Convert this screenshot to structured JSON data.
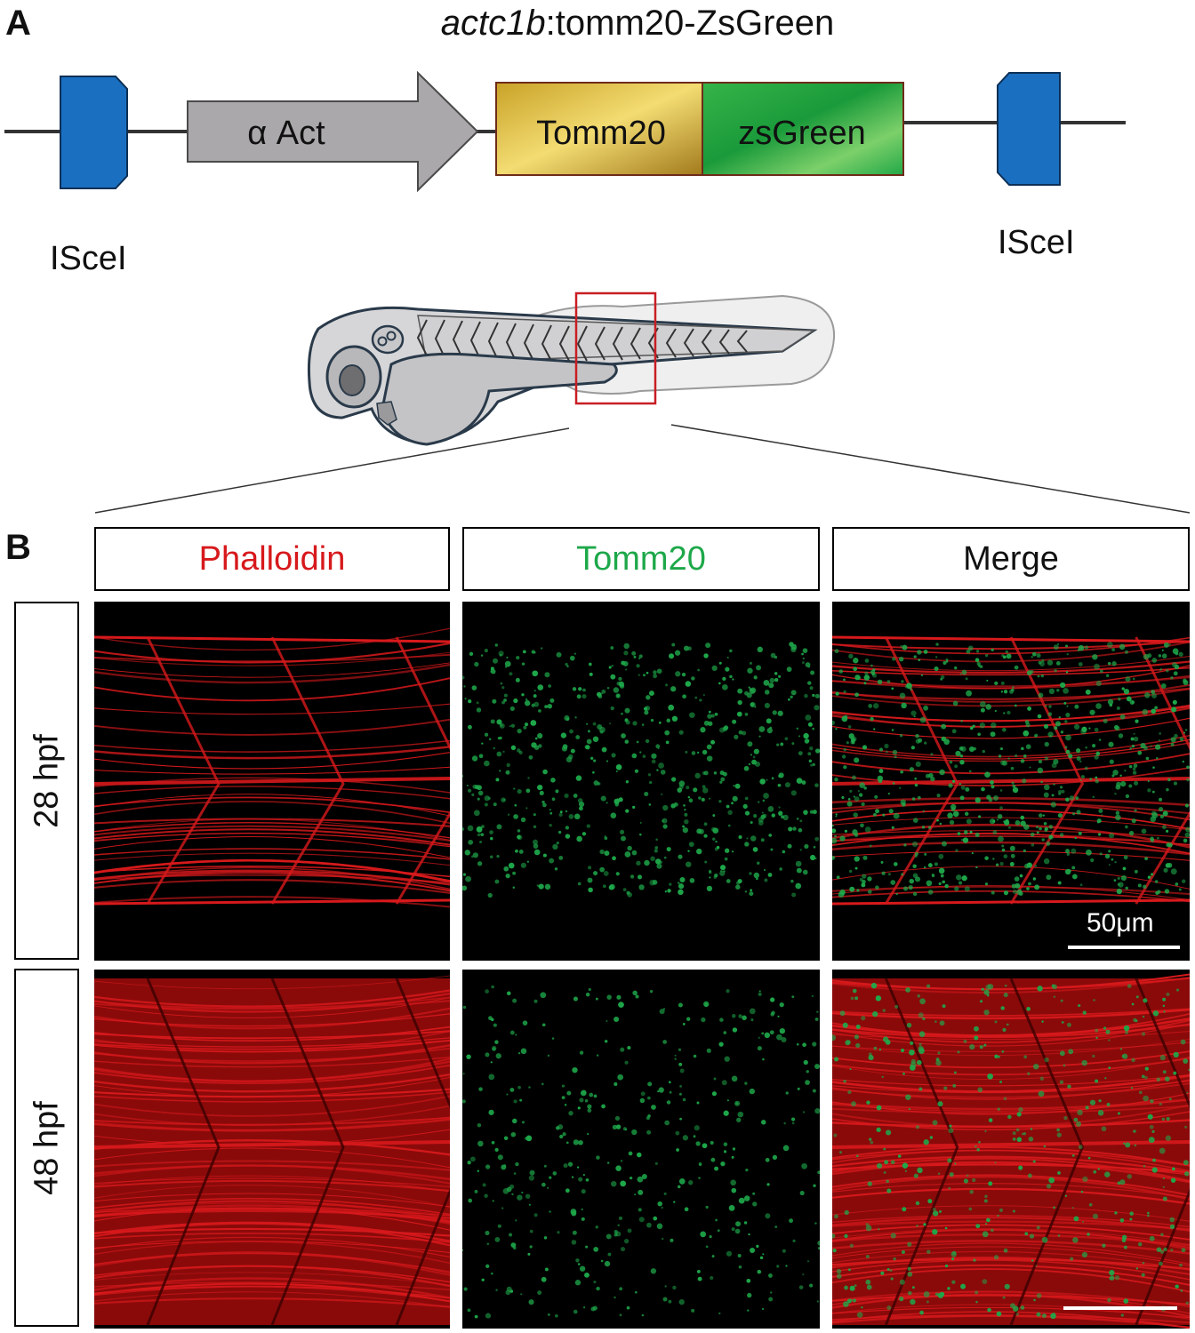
{
  "panel_a": {
    "letter": "A",
    "title_italic": "actc1b",
    "title_rest": ":tomm20-ZsGreen",
    "promoter_label": "α Act",
    "gene_label": "Tomm20",
    "reporter_label": "zsGreen",
    "site_left": "ISceI",
    "site_right": "ISceI"
  },
  "panel_b": {
    "letter": "B",
    "columns": [
      "Phalloidin",
      "Tomm20",
      "Merge"
    ],
    "rows": [
      "28 hpf",
      "48 hpf"
    ],
    "scale_label": "50μm"
  },
  "colors": {
    "phalloidin": "#d7191c",
    "tomm20": "#1ea84a",
    "isce1_block": "#1a6fc0",
    "promoter_arrow": "#aaa8ab",
    "box_outline": "#c81e24"
  }
}
